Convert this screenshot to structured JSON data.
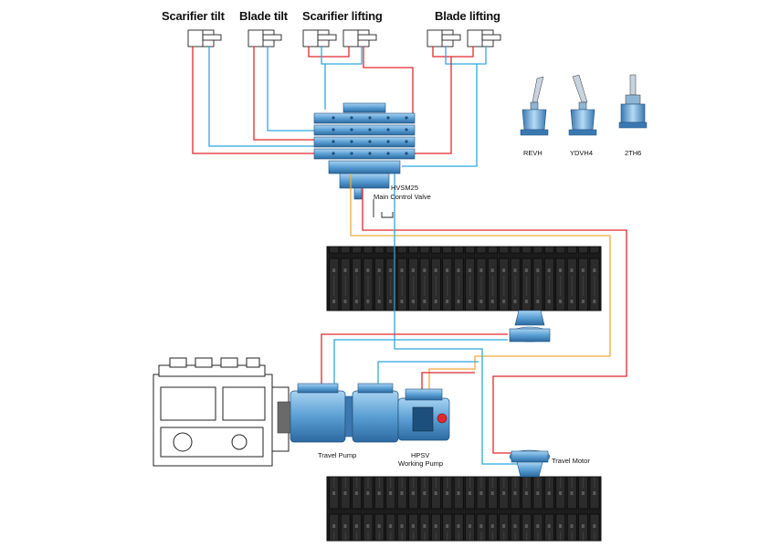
{
  "labels": {
    "scarifier_tilt": "Scarifier tilt",
    "blade_tilt": "Blade tilt",
    "scarifier_lifting": "Scarifier lifting",
    "blade_lifting": "Blade lifting",
    "valve_name": "HVSM25",
    "valve_desc": "Main Control Valve",
    "joystick_1": "REVH",
    "joystick_2": "YDVH4",
    "joystick_3": "2TH6",
    "travel_pump": "Travel Pump",
    "working_pump_code": "HPSV",
    "working_pump": "Working Pump",
    "travel_motor": "Travel Motor"
  },
  "colors": {
    "pressure_line": "#e0282e",
    "return_line": "#2fa8e0",
    "pilot_line": "#f2a93b",
    "component_blue": "#5a9fd4",
    "track": "#1e1e1e"
  }
}
